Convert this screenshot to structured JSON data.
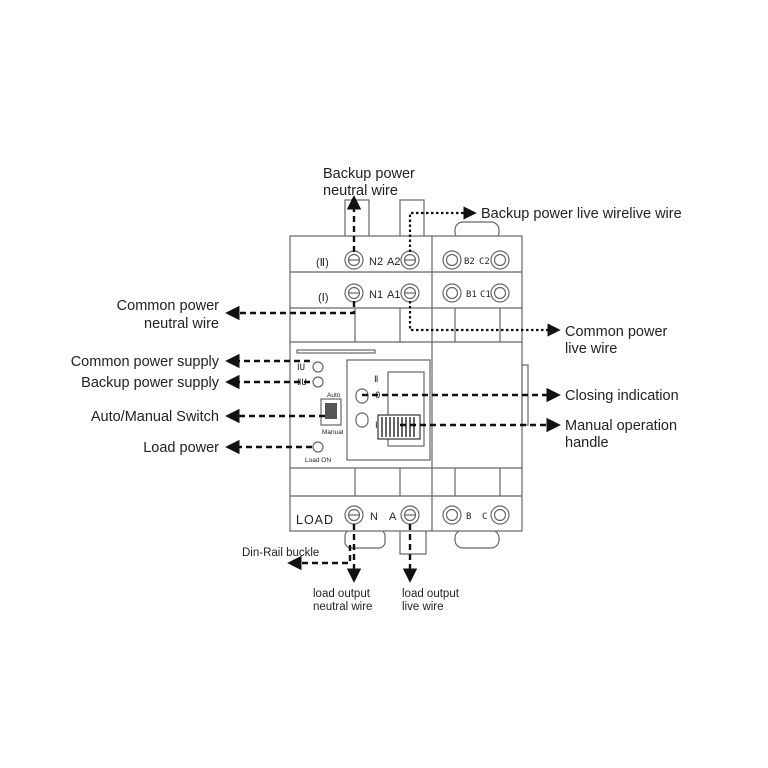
{
  "callouts": {
    "backup_neutral": [
      "Backup power",
      "neutral wire"
    ],
    "backup_live": "Backup power live wirelive wire",
    "common_neutral": [
      "Common power",
      "neutral wire"
    ],
    "common_live": [
      "Common power",
      "live wire"
    ],
    "common_supply": "Common power supply",
    "backup_supply": "Backup power supply",
    "auto_manual": "Auto/Manual Switch",
    "load_power": "Load power",
    "closing_indication": "Closing indication",
    "manual_handle": [
      "Manual operation",
      "handle"
    ],
    "din_rail": "Din-Rail buckle",
    "load_neutral": [
      "load output",
      "neutral wire"
    ],
    "load_live": [
      "load output",
      "live wire"
    ]
  },
  "device": {
    "row_backup_label": "(Ⅱ)",
    "row_common_label": "(Ⅰ)",
    "n2": "N2",
    "a2": "A2",
    "b2": "B2",
    "c2": "C2",
    "n1": "N1",
    "a1": "A1",
    "b1": "B1",
    "c1": "C1",
    "load": "LOAD",
    "n": "N",
    "a": "A",
    "b": "B",
    "c": "C",
    "led1": "ⅠU",
    "led2": "ⅡU",
    "auto": "Auto",
    "manual": "Manual",
    "load_on": "Load ON",
    "pos_ii": "Ⅱ",
    "pos_0": "0",
    "pos_i": "Ⅰ"
  }
}
